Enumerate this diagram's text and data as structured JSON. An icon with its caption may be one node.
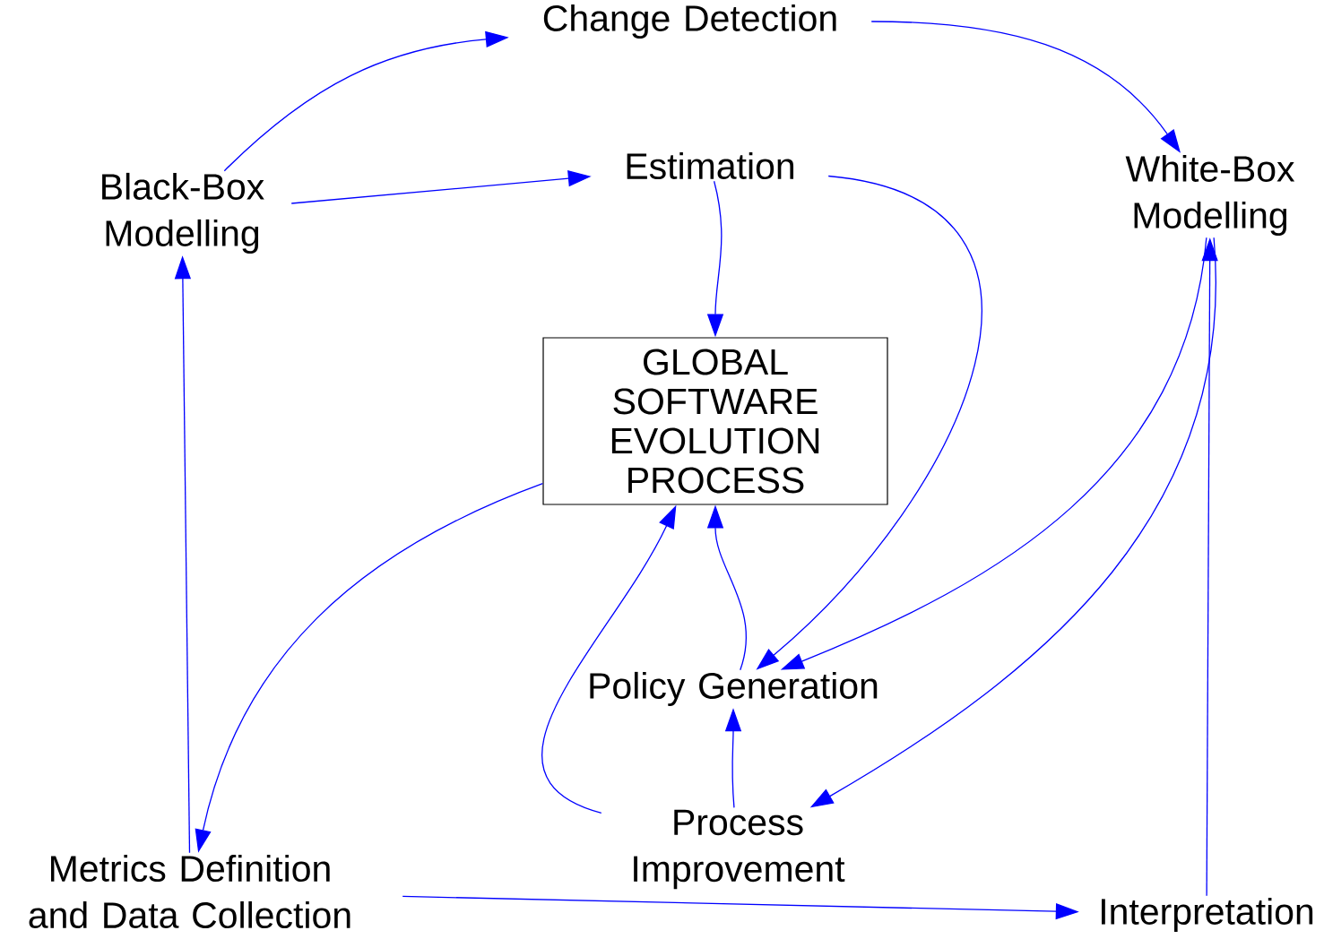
{
  "diagram": {
    "nodes": [
      {
        "text": [
          "Change Detection"
        ]
      },
      {
        "text": [
          "Black-Box Modelling"
        ]
      },
      {
        "text": [
          "Estimation"
        ]
      },
      {
        "text": [
          "White-Box Modelling"
        ]
      },
      {
        "text": [
          "GLOBAL SOFTWARE EVOLUTION PROCESS"
        ]
      },
      {
        "text": [
          "Policy Generation"
        ]
      },
      {
        "text": [
          "Process Improvement"
        ]
      },
      {
        "text": [
          "Metrics Definition and Data Collection"
        ]
      },
      {
        "text": [
          "Interpretation"
        ]
      }
    ],
    "edges": [
      {
        "from": 1,
        "to": 0,
        "arrow": "to"
      },
      {
        "from": 0,
        "to": 3,
        "arrow": "to"
      },
      {
        "from": 1,
        "to": 2,
        "arrow": "to"
      },
      {
        "from": 2,
        "to": 4,
        "arrow": "to"
      },
      {
        "from": 2,
        "to": 5,
        "arrow": "to"
      },
      {
        "from": 3,
        "to": 5,
        "arrow": "to"
      },
      {
        "from": 3,
        "to": 6,
        "arrow": "to"
      },
      {
        "from": 8,
        "to": 3,
        "arrow": "to"
      },
      {
        "from": 4,
        "to": 7,
        "arrow": "to"
      },
      {
        "from": 7,
        "to": 1,
        "arrow": "to"
      },
      {
        "from": 7,
        "to": 8,
        "arrow": "to"
      },
      {
        "from": 6,
        "to": 4,
        "arrow": "to"
      },
      {
        "from": 5,
        "to": 4,
        "arrow": "to"
      },
      {
        "from": 6,
        "to": 5,
        "arrow": "to"
      }
    ]
  }
}
